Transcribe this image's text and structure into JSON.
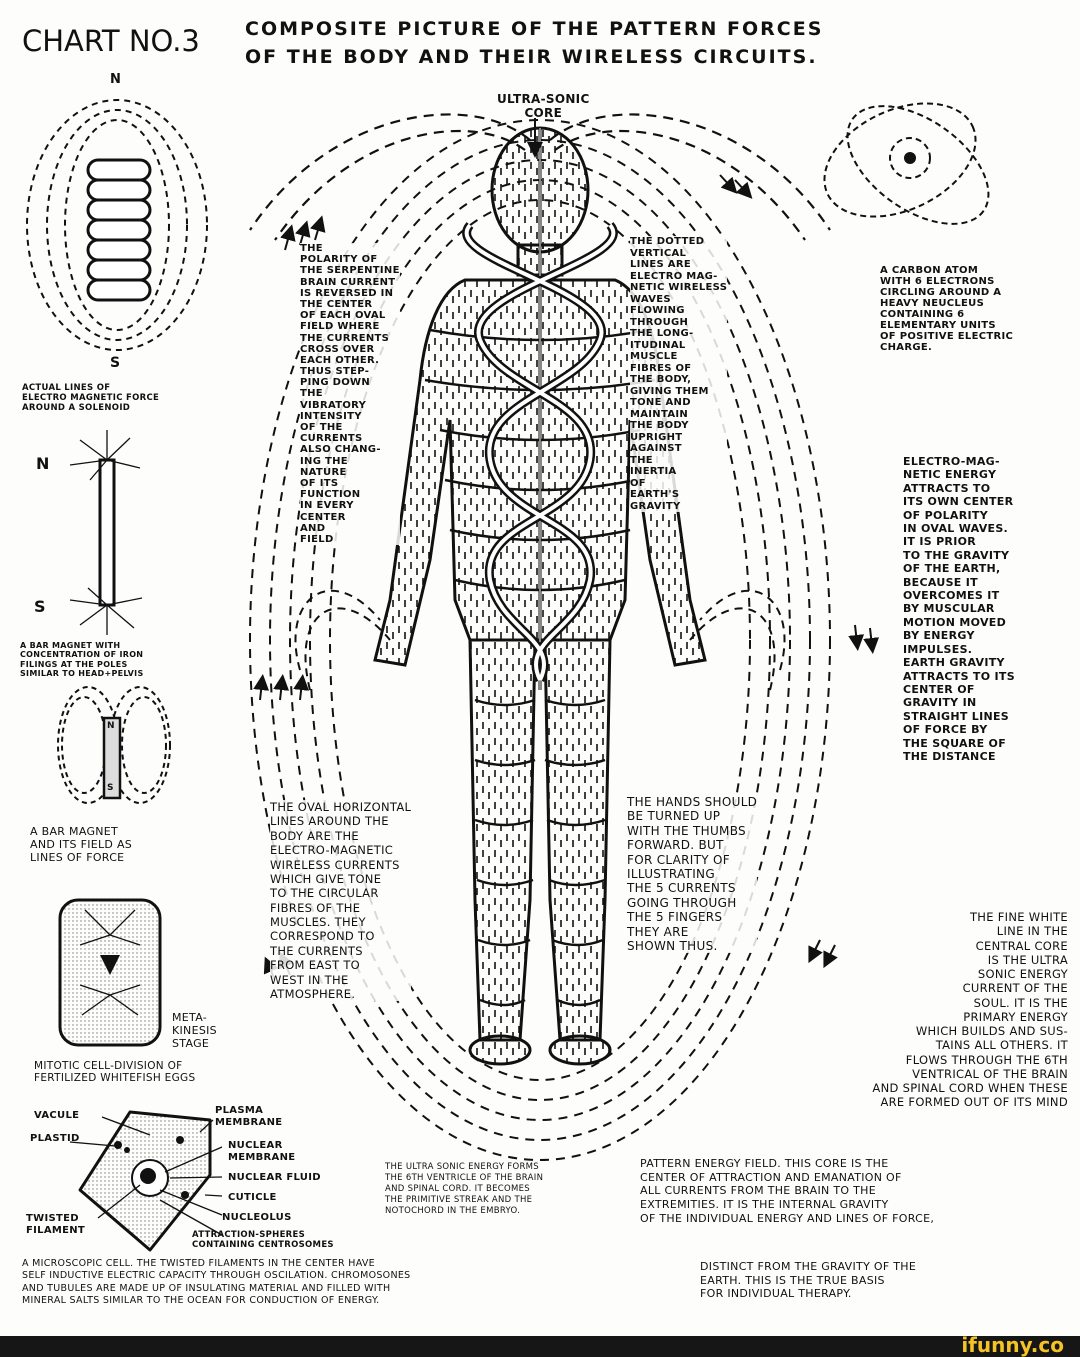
{
  "header": {
    "chart_number": "CHART NO.3",
    "title_line1": "COMPOSITE PICTURE OF THE PATTERN FORCES",
    "title_line2": "OF THE BODY AND THEIR WIRELESS CIRCUITS."
  },
  "core_label": [
    "ULTRA-SONIC",
    "CORE"
  ],
  "solenoid": {
    "pole_n": "N",
    "pole_s": "S",
    "caption": [
      "ACTUAL LINES OF",
      "ELECTRO MAGNETIC FORCE",
      "AROUND A SOLENOID"
    ]
  },
  "bar_magnet_filings": {
    "pole_n": "N",
    "pole_s": "S",
    "caption": [
      "A BAR MAGNET WITH",
      "CONCENTRATION OF IRON",
      "FILINGS AT THE POLES",
      "SIMILAR TO HEAD+PELVIS"
    ]
  },
  "bar_magnet_field": {
    "pole_n": "N",
    "pole_s": "S",
    "caption": [
      "A BAR MAGNET",
      "AND ITS FIELD AS",
      "LINES OF FORCE"
    ]
  },
  "mitosis": {
    "stage_label": [
      "META-",
      "KINESIS",
      "STAGE"
    ],
    "caption": [
      "MITOTIC CELL-DIVISION OF",
      "FERTILIZED WHITEFISH EGGS"
    ]
  },
  "cell_diagram": {
    "labels_left": {
      "vacule": "VACULE",
      "plastid": "PLASTID",
      "twisted_filament": [
        "TWISTED",
        "FILAMENT"
      ]
    },
    "labels_right": {
      "plasma_membrane": [
        "PLASMA",
        "MEMBRANE"
      ],
      "nuclear_membrane": [
        "NUCLEAR",
        "MEMBRANE"
      ],
      "nuclear_fluid": "NUCLEAR FLUID",
      "cuticle": "CUTICLE",
      "nucleolus": "NUCLEOLUS",
      "attraction_spheres": [
        "ATTRACTION-SPHERES",
        "CONTAINING CENTROSOMES"
      ]
    },
    "caption": [
      "A MICROSCOPIC CELL. THE TWISTED FILAMENTS IN THE CENTER HAVE",
      "SELF INDUCTIVE ELECTRIC CAPACITY THROUGH OSCILATION. CHROMOSONES",
      "AND TUBULES ARE MADE UP OF INSULATING MATERIAL AND FILLED WITH",
      "MINERAL SALTS SIMILAR TO THE OCEAN FOR CONDUCTION OF ENERGY."
    ]
  },
  "carbon_atom": {
    "caption": [
      "A CARBON ATOM",
      "WITH 6 ELECTRONS",
      "CIRCLING AROUND A",
      "HEAVY NEUCLEUS",
      "CONTAINING 6",
      "ELEMENTARY UNITS",
      "OF POSITIVE ELECTRIC",
      "CHARGE."
    ]
  },
  "notes": {
    "polarity": [
      "THE",
      "POLARITY OF",
      "THE SERPENTINE",
      "BRAIN CURRENT",
      "IS REVERSED IN",
      "THE CENTER",
      "OF EACH OVAL",
      "FIELD WHERE",
      "THE CURRENTS",
      "CROSS OVER",
      "EACH OTHER.",
      "THUS STEP-",
      "PING DOWN",
      "THE",
      "VIBRATORY",
      "INTENSITY",
      "OF THE",
      "CURRENTS",
      "ALSO CHANG-",
      "ING THE",
      "NATURE",
      "OF ITS",
      "FUNCTION",
      "IN EVERY",
      "CENTER",
      "AND",
      "FIELD"
    ],
    "dotted_vertical": [
      "THE DOTTED",
      "VERTICAL",
      "LINES ARE",
      "ELECTRO MAG-",
      "NETIC WIRELESS",
      "WAVES",
      "FLOWING",
      "THROUGH",
      "THE LONG-",
      "ITUDINAL",
      "MUSCLE",
      "FIBRES OF",
      "THE BODY,",
      "GIVING THEM",
      "TONE AND",
      "MAINTAIN",
      "THE BODY",
      "UPRIGHT",
      "AGAINST",
      "THE",
      "INERTIA",
      "OF",
      "EARTH'S",
      "GRAVITY"
    ],
    "electro_magnetic": [
      "ELECTRO-MAG-",
      "NETIC ENERGY",
      "ATTRACTS TO",
      "ITS OWN CENTER",
      "OF POLARITY",
      "IN OVAL WAVES.",
      "IT IS PRIOR",
      "TO THE GRAVITY",
      "OF THE EARTH,",
      "BECAUSE IT",
      "OVERCOMES IT",
      "BY MUSCULAR",
      "MOTION MOVED",
      "BY ENERGY",
      "IMPULSES.",
      "EARTH GRAVITY",
      "ATTRACTS TO ITS",
      "CENTER OF",
      "GRAVITY IN",
      "STRAIGHT LINES",
      "OF FORCE BY",
      "THE SQUARE OF",
      "THE DISTANCE"
    ],
    "oval_horizontal": [
      "THE OVAL HORIZONTAL",
      "LINES AROUND THE",
      "BODY ARE THE",
      "ELECTRO-MAGNETIC",
      "WIRELESS CURRENTS",
      "WHICH GIVE TONE",
      "TO THE CIRCULAR",
      "FIBRES OF THE",
      "MUSCLES. THEY",
      "CORRESPOND TO",
      "THE CURRENTS",
      "FROM EAST TO",
      "WEST IN THE",
      "ATMOSPHERE."
    ],
    "hands": [
      "THE HANDS SHOULD",
      "BE TURNED UP",
      "WITH THE THUMBS",
      "FORWARD. BUT",
      "FOR CLARITY OF",
      "ILLUSTRATING",
      "THE 5 CURRENTS",
      "GOING THROUGH",
      "THE 5 FINGERS",
      "THEY ARE",
      "SHOWN THUS."
    ],
    "fine_white_line": [
      "THE FINE WHITE",
      "LINE IN THE",
      "CENTRAL CORE",
      "IS THE ULTRA",
      "SONIC ENERGY",
      "CURRENT OF THE",
      "SOUL. IT IS THE",
      "PRIMARY ENERGY",
      "WHICH BUILDS AND SUS-",
      "TAINS ALL OTHERS. IT",
      "FLOWS THROUGH THE 6TH",
      "VENTRICAL OF THE BRAIN",
      "AND SPINAL CORD WHEN THESE",
      "ARE FORMED OUT OF ITS MIND",
      "PATTERN ENERGY FIELD. THIS CORE IS THE",
      "CENTER OF ATTRACTION AND EMANATION OF",
      "ALL CURRENTS FROM THE BRAIN TO THE",
      "EXTREMITIES. IT IS THE INTERNAL GRAVITY",
      "OF THE INDIVIDUAL ENERGY AND LINES OF FORCE,",
      "DISTINCT FROM THE GRAVITY OF THE",
      "EARTH. THIS IS THE TRUE BASIS",
      "FOR INDIVIDUAL THERAPY."
    ],
    "ultra_sonic_forms": [
      "THE ULTRA SONIC ENERGY FORMS",
      "THE 6TH VENTRICLE OF THE BRAIN",
      "AND SPINAL CORD. IT BECOMES",
      "THE PRIMITIVE STREAK AND THE",
      "NOTOCHORD IN THE EMBRYO."
    ]
  },
  "footer": {
    "watermark": "ifunny.co"
  }
}
